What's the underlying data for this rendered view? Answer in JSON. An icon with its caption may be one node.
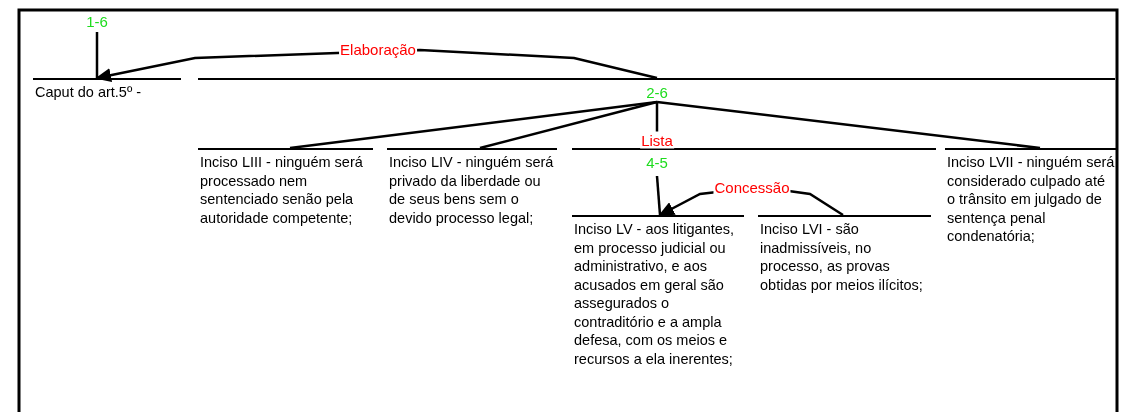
{
  "diagram": {
    "nodes": [
      {
        "text": [
          "1-6"
        ]
      },
      {
        "text": [
          "Caput do art.5º -"
        ]
      },
      {
        "text": [
          "2-6"
        ]
      },
      {
        "text": [
          "Inciso LIII - ninguém será processado nem sentenciado senão pela autoridade competente;"
        ]
      },
      {
        "text": [
          "Inciso LIV - ninguém será privado da liberdade ou de seus bens sem o devido processo legal;"
        ]
      },
      {
        "text": [
          "4-5"
        ]
      },
      {
        "text": [
          "Inciso LV - aos litigantes, em processo judicial ou administrativo, e aos acusados em geral são assegurados o contraditório e a ampla defesa, com os meios e recursos a ela inerentes;"
        ]
      },
      {
        "text": [
          "Inciso LVI - são inadmissíveis, no processo, as provas obtidas por meios ilícitos;"
        ]
      },
      {
        "text": [
          "Inciso LVII - ninguém será considerado culpado até o trânsito em julgado de sentença penal condenatória;"
        ]
      }
    ],
    "edges": [
      {
        "from": 0,
        "to": 1,
        "arrow": "none"
      },
      {
        "from": 2,
        "to": 1,
        "arrow": "to",
        "label": "Elaboração"
      },
      {
        "from": 2,
        "to": 3,
        "arrow": "none"
      },
      {
        "from": 2,
        "to": 4,
        "arrow": "none"
      },
      {
        "from": 2,
        "to": 5,
        "arrow": "none",
        "label": "Lista"
      },
      {
        "from": 2,
        "to": 8,
        "arrow": "none"
      },
      {
        "from": 5,
        "to": 6,
        "arrow": "none"
      },
      {
        "from": 7,
        "to": 6,
        "arrow": "to",
        "label": "Concessão"
      }
    ]
  }
}
